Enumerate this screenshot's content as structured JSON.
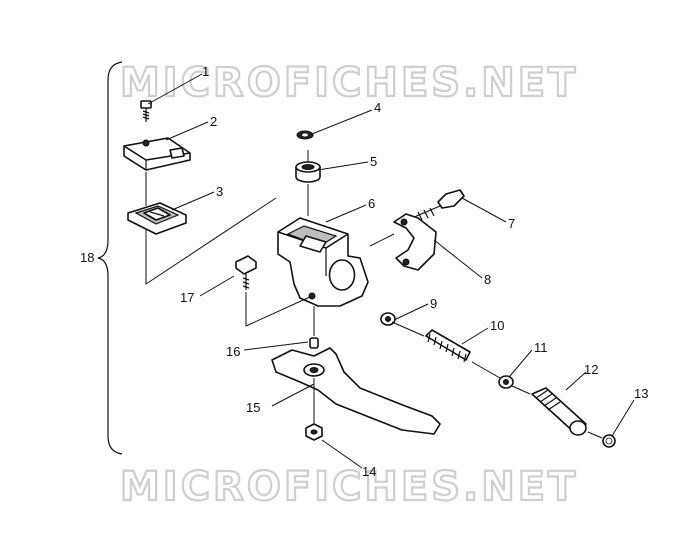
{
  "watermark": {
    "top": "MICROFICHES.NET",
    "bottom": "MICROFICHES.NET"
  },
  "callouts": [
    {
      "id": "c1",
      "label": "1"
    },
    {
      "id": "c2",
      "label": "2"
    },
    {
      "id": "c3",
      "label": "3"
    },
    {
      "id": "c4",
      "label": "4"
    },
    {
      "id": "c5",
      "label": "5"
    },
    {
      "id": "c6",
      "label": "6"
    },
    {
      "id": "c7",
      "label": "7"
    },
    {
      "id": "c8",
      "label": "8"
    },
    {
      "id": "c9",
      "label": "9"
    },
    {
      "id": "c10",
      "label": "10"
    },
    {
      "id": "c11",
      "label": "11"
    },
    {
      "id": "c12",
      "label": "12"
    },
    {
      "id": "c13",
      "label": "13"
    },
    {
      "id": "c14",
      "label": "14"
    },
    {
      "id": "c15",
      "label": "15"
    },
    {
      "id": "c16",
      "label": "16"
    },
    {
      "id": "c17",
      "label": "17"
    },
    {
      "id": "c18",
      "label": "18"
    }
  ]
}
